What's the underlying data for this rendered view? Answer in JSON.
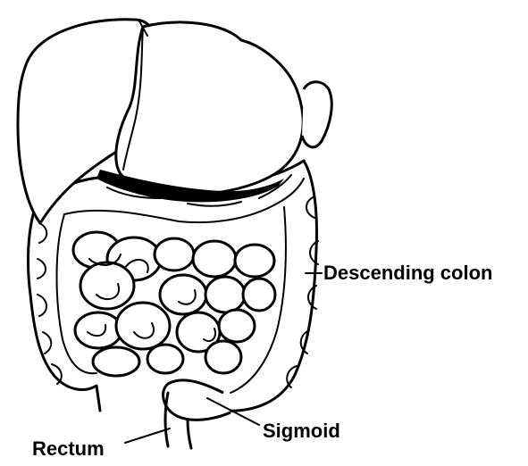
{
  "diagram": {
    "labels": {
      "descending_colon": "Descending colon",
      "sigmoid": "Sigmoid",
      "rectum": "Rectum"
    },
    "colors": {
      "ink": "#000000",
      "background": "#ffffff"
    }
  }
}
